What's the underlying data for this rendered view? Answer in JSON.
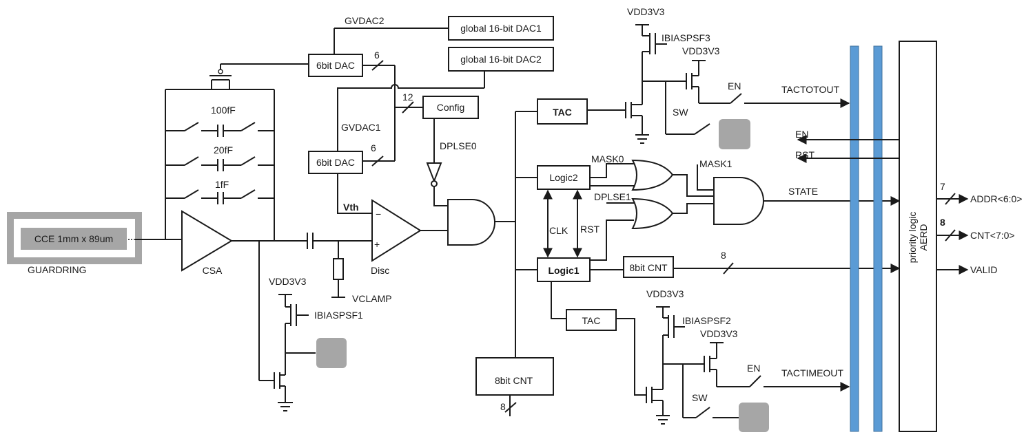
{
  "labels": {
    "sensor": "CCE 1mm x 89um",
    "guardring": "GUARDRING",
    "csa": "CSA",
    "cap_100f": "100fF",
    "cap_20f": "20fF",
    "cap_1f": "1fF",
    "gvdac2": "GVDAC2",
    "gvdac1": "GVDAC1",
    "dac6_top": "6bit DAC",
    "dac6_bottom": "6bit DAC",
    "global_dac1": "global 16-bit DAC1",
    "global_dac2": "global 16-bit DAC2",
    "config": "Config",
    "bus6_top": "6",
    "bus6_bottom": "6",
    "bus12": "12",
    "dplse0": "DPLSE0",
    "vth": "Vth",
    "minus": "−",
    "plus": "+",
    "disc": "Disc",
    "vclamp": "VCLAMP",
    "vdd_sf1": "VDD3V3",
    "ibias_sf1": "IBIASPSF1",
    "tac_top": "TAC",
    "tac_bottom": "TAC",
    "logic2": "Logic2",
    "logic1": "Logic1",
    "clk": "CLK",
    "rst": "RST",
    "cnt_logic": "8bit CNT",
    "cnt_bottom": "8bit CNT",
    "bus8_bottom": "8",
    "bus8_cnt": "8",
    "mask0": "MASK0",
    "mask1": "MASK1",
    "dplse1": "DPLSE1",
    "state": "STATE",
    "vdd_top1": "VDD3V3",
    "ibias_sf3": "IBIASPSF3",
    "vdd_top2": "VDD3V3",
    "en_top": "EN",
    "sw_top": "SW",
    "tactotout": "TACTOTOUT",
    "en_sig": "EN",
    "rst_sig": "RST",
    "vdd_bot1": "VDD3V3",
    "ibias_sf2": "IBIASPSF2",
    "vdd_bot2": "VDD3V3",
    "en_bot": "EN",
    "sw_bot": "SW",
    "tactimeout": "TACTIMEOUT",
    "aerd_line1": "priority logic",
    "aerd_line2": "AERD",
    "addr": "ADDR<6:0>",
    "addr_width": "7",
    "cnt_out": "CNT<7:0>",
    "cnt_width": "8",
    "valid": "VALID"
  },
  "colors": {
    "wire": "#1a1a1a",
    "bus_bar": "#5b9bd5",
    "pad": "#a6a6a6",
    "guardring": "#a6a6a6"
  }
}
